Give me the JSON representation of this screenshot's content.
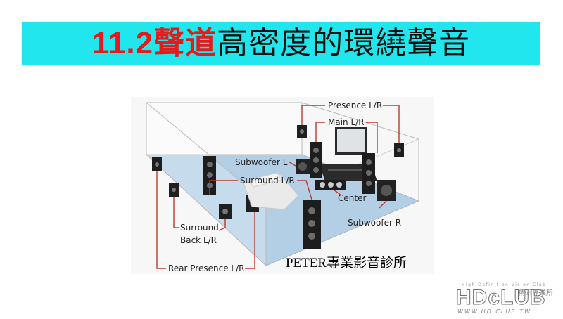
{
  "title": {
    "part_red": "11.2聲道",
    "part_black": "高密度的環繞聲音"
  },
  "diagram": {
    "labels": {
      "presence": "Presence L/R",
      "main": "Main L/R",
      "subwoofer_l": "Subwoofer L",
      "surround": "Surround L/R",
      "center": "Center",
      "subwoofer_r": "Subwoofer R",
      "surround_back_line1": "Surround",
      "surround_back_line2": "Back L/R",
      "rear_presence": "Rear Presence L/R"
    },
    "credit": "PETER專業影音診所"
  },
  "logo": {
    "mark": "HDcLUB",
    "tagline": "High Definition Vision Club",
    "cn": "精研專業所",
    "url": "WWW.HD.CLUB.TW"
  },
  "colors": {
    "banner": "#22e6ee",
    "title_red": "#e31b1b",
    "leader_line": "#c0392b",
    "floor": "#b3cfe6"
  }
}
